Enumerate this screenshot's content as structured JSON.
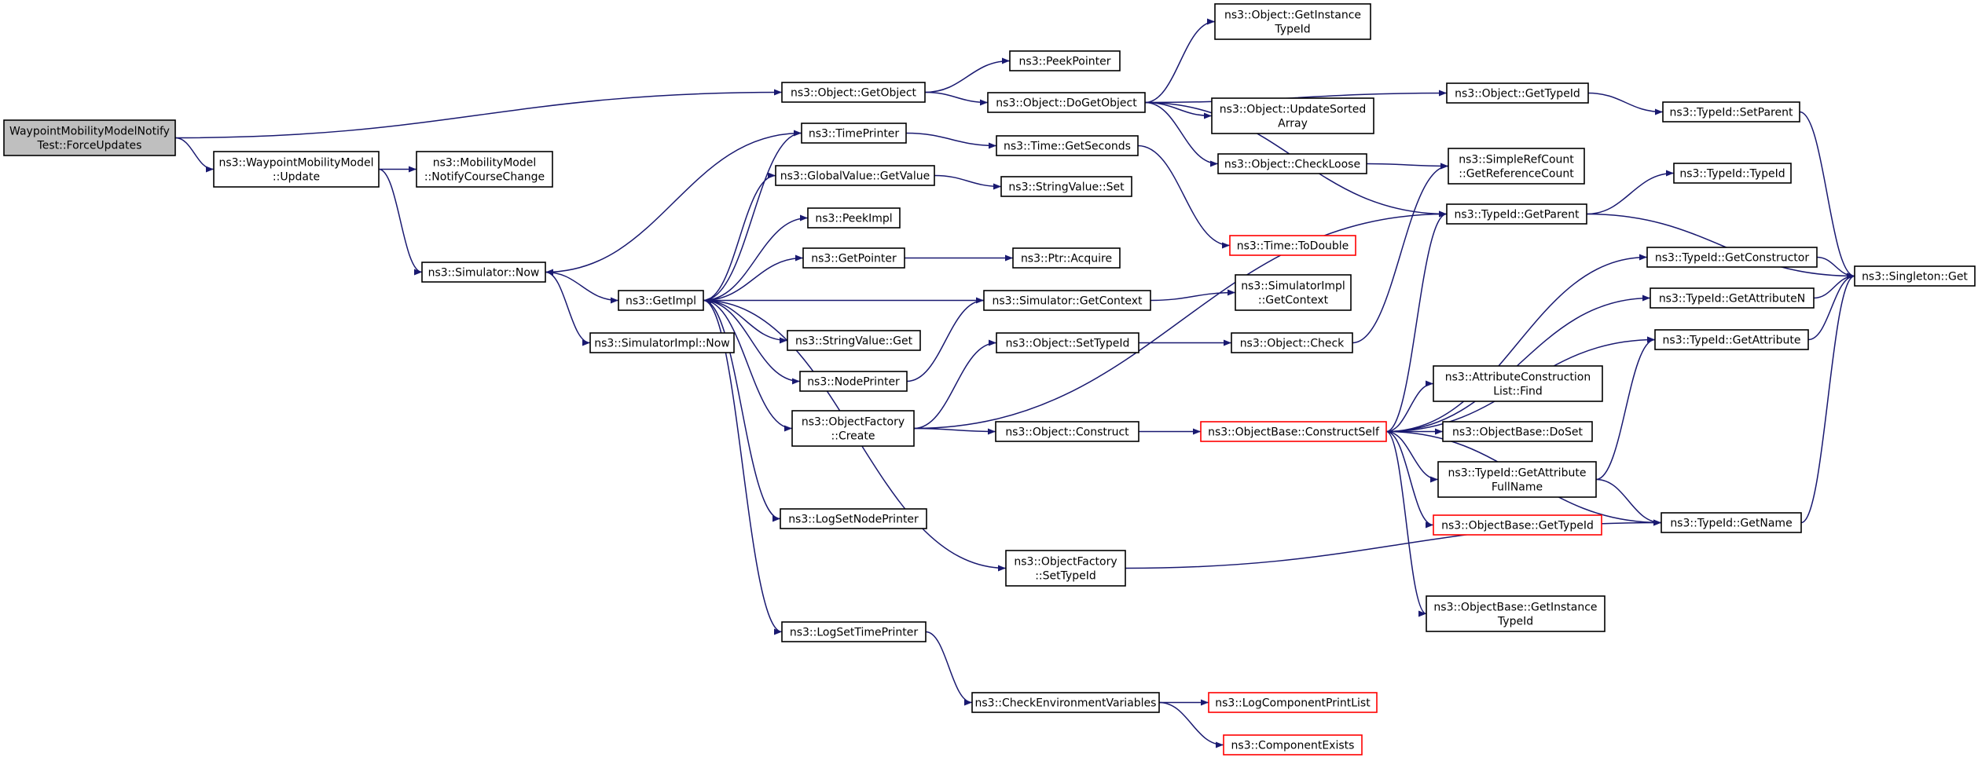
{
  "colors": {
    "edge": "#191970",
    "node_border": "#000000",
    "node_border_truncated": "#ff0000",
    "root_fill": "#bfbfbf",
    "node_fill": "#ffffff"
  },
  "nodes": [
    {
      "id": "root",
      "lines": [
        "WaypointMobilityModelNotify",
        "Test::ForceUpdates"
      ],
      "root": true
    },
    {
      "id": "wmm_update",
      "lines": [
        "ns3::WaypointMobilityModel",
        "::Update"
      ]
    },
    {
      "id": "mm_notify",
      "lines": [
        "ns3::MobilityModel",
        "::NotifyCourseChange"
      ]
    },
    {
      "id": "sim_now",
      "lines": [
        "ns3::Simulator::Now"
      ]
    },
    {
      "id": "getimpl",
      "lines": [
        "ns3::GetImpl"
      ]
    },
    {
      "id": "simimpl_now",
      "lines": [
        "ns3::SimulatorImpl::Now"
      ]
    },
    {
      "id": "obj_getobject",
      "lines": [
        "ns3::Object::GetObject"
      ]
    },
    {
      "id": "peekpointer",
      "lines": [
        "ns3::PeekPointer"
      ]
    },
    {
      "id": "obj_dogetobject",
      "lines": [
        "ns3::Object::DoGetObject"
      ]
    },
    {
      "id": "obj_getinstancetypeid",
      "lines": [
        "ns3::Object::GetInstance",
        "TypeId"
      ]
    },
    {
      "id": "obj_updatesortedarray",
      "lines": [
        "ns3::Object::UpdateSorted",
        "Array"
      ]
    },
    {
      "id": "obj_checkloose",
      "lines": [
        "ns3::Object::CheckLoose"
      ]
    },
    {
      "id": "obj_gettypeid",
      "lines": [
        "ns3::Object::GetTypeId"
      ]
    },
    {
      "id": "typeid_setparent",
      "lines": [
        "ns3::TypeId::SetParent"
      ]
    },
    {
      "id": "srefcount",
      "lines": [
        "ns3::SimpleRefCount",
        "::GetReferenceCount"
      ]
    },
    {
      "id": "typeid_typeid",
      "lines": [
        "ns3::TypeId::TypeId"
      ]
    },
    {
      "id": "typeid_getparent",
      "lines": [
        "ns3::TypeId::GetParent"
      ]
    },
    {
      "id": "singleton_get",
      "lines": [
        "ns3::Singleton::Get"
      ]
    },
    {
      "id": "typeid_getconstructor",
      "lines": [
        "ns3::TypeId::GetConstructor"
      ]
    },
    {
      "id": "typeid_getattributen",
      "lines": [
        "ns3::TypeId::GetAttributeN"
      ]
    },
    {
      "id": "typeid_getattribute",
      "lines": [
        "ns3::TypeId::GetAttribute"
      ]
    },
    {
      "id": "timeprinter",
      "lines": [
        "ns3::TimePrinter"
      ]
    },
    {
      "id": "time_getseconds",
      "lines": [
        "ns3::Time::GetSeconds"
      ]
    },
    {
      "id": "time_todouble",
      "lines": [
        "ns3::Time::ToDouble"
      ],
      "truncated": true
    },
    {
      "id": "gv_getvalue",
      "lines": [
        "ns3::GlobalValue::GetValue"
      ]
    },
    {
      "id": "sv_set",
      "lines": [
        "ns3::StringValue::Set"
      ]
    },
    {
      "id": "peekimpl",
      "lines": [
        "ns3::PeekImpl"
      ]
    },
    {
      "id": "getpointer",
      "lines": [
        "ns3::GetPointer"
      ]
    },
    {
      "id": "ptr_acquire",
      "lines": [
        "ns3::Ptr::Acquire"
      ]
    },
    {
      "id": "sim_getcontext",
      "lines": [
        "ns3::Simulator::GetContext"
      ]
    },
    {
      "id": "simimpl_getcontext",
      "lines": [
        "ns3::SimulatorImpl",
        "::GetContext"
      ]
    },
    {
      "id": "sv_get",
      "lines": [
        "ns3::StringValue::Get"
      ]
    },
    {
      "id": "obj_settypeid",
      "lines": [
        "ns3::Object::SetTypeId"
      ]
    },
    {
      "id": "obj_check",
      "lines": [
        "ns3::Object::Check"
      ]
    },
    {
      "id": "nodeprinter",
      "lines": [
        "ns3::NodePrinter"
      ]
    },
    {
      "id": "attrconstr_find",
      "lines": [
        "ns3::AttributeConstruction",
        "List::Find"
      ]
    },
    {
      "id": "of_create",
      "lines": [
        "ns3::ObjectFactory",
        "::Create"
      ]
    },
    {
      "id": "obj_construct",
      "lines": [
        "ns3::Object::Construct"
      ]
    },
    {
      "id": "ob_constructself",
      "lines": [
        "ns3::ObjectBase::ConstructSelf"
      ],
      "truncated": true
    },
    {
      "id": "ob_doset",
      "lines": [
        "ns3::ObjectBase::DoSet"
      ]
    },
    {
      "id": "typeid_getattrfullname",
      "lines": [
        "ns3::TypeId::GetAttribute",
        "FullName"
      ]
    },
    {
      "id": "logsetnodeprinter",
      "lines": [
        "ns3::LogSetNodePrinter"
      ]
    },
    {
      "id": "ob_gettypeid",
      "lines": [
        "ns3::ObjectBase::GetTypeId"
      ],
      "truncated": true
    },
    {
      "id": "typeid_getname",
      "lines": [
        "ns3::TypeId::GetName"
      ]
    },
    {
      "id": "of_settypeid",
      "lines": [
        "ns3::ObjectFactory",
        "::SetTypeId"
      ]
    },
    {
      "id": "ob_getinstancetypeid",
      "lines": [
        "ns3::ObjectBase::GetInstance",
        "TypeId"
      ]
    },
    {
      "id": "logsettimeprinter",
      "lines": [
        "ns3::LogSetTimePrinter"
      ]
    },
    {
      "id": "checkenv",
      "lines": [
        "ns3::CheckEnvironmentVariables"
      ]
    },
    {
      "id": "logcompprintlist",
      "lines": [
        "ns3::LogComponentPrintList"
      ],
      "truncated": true
    },
    {
      "id": "compexists",
      "lines": [
        "ns3::ComponentExists"
      ],
      "truncated": true
    }
  ],
  "edges": [
    [
      "root",
      "obj_getobject"
    ],
    [
      "root",
      "wmm_update"
    ],
    [
      "wmm_update",
      "mm_notify"
    ],
    [
      "wmm_update",
      "sim_now"
    ],
    [
      "sim_now",
      "getimpl"
    ],
    [
      "sim_now",
      "simimpl_now"
    ],
    [
      "obj_getobject",
      "peekpointer"
    ],
    [
      "obj_getobject",
      "obj_dogetobject"
    ],
    [
      "obj_dogetobject",
      "obj_getinstancetypeid"
    ],
    [
      "obj_dogetobject",
      "obj_gettypeid"
    ],
    [
      "obj_dogetobject",
      "obj_updatesortedarray"
    ],
    [
      "obj_dogetobject",
      "obj_checkloose"
    ],
    [
      "obj_dogetobject",
      "typeid_getparent"
    ],
    [
      "obj_gettypeid",
      "typeid_setparent"
    ],
    [
      "typeid_setparent",
      "singleton_get"
    ],
    [
      "obj_checkloose",
      "srefcount"
    ],
    [
      "typeid_getparent",
      "typeid_typeid"
    ],
    [
      "typeid_getparent",
      "singleton_get"
    ],
    [
      "typeid_getconstructor",
      "singleton_get"
    ],
    [
      "typeid_getattributen",
      "singleton_get"
    ],
    [
      "typeid_getattribute",
      "singleton_get"
    ],
    [
      "typeid_getname",
      "singleton_get"
    ],
    [
      "timeprinter",
      "time_getseconds"
    ],
    [
      "timeprinter",
      "sim_now"
    ],
    [
      "time_getseconds",
      "time_todouble"
    ],
    [
      "getimpl",
      "timeprinter"
    ],
    [
      "getimpl",
      "gv_getvalue"
    ],
    [
      "getimpl",
      "peekimpl"
    ],
    [
      "getimpl",
      "getpointer"
    ],
    [
      "getimpl",
      "sv_get"
    ],
    [
      "getimpl",
      "nodeprinter"
    ],
    [
      "getimpl",
      "of_create"
    ],
    [
      "getimpl",
      "logsetnodeprinter"
    ],
    [
      "getimpl",
      "of_settypeid"
    ],
    [
      "getimpl",
      "logsettimeprinter"
    ],
    [
      "gv_getvalue",
      "sv_set"
    ],
    [
      "getpointer",
      "ptr_acquire"
    ],
    [
      "sim_getcontext",
      "getimpl"
    ],
    [
      "sim_getcontext",
      "simimpl_getcontext"
    ],
    [
      "nodeprinter",
      "sim_getcontext"
    ],
    [
      "obj_settypeid",
      "obj_check"
    ],
    [
      "obj_check",
      "srefcount"
    ],
    [
      "of_create",
      "obj_settypeid"
    ],
    [
      "of_create",
      "obj_construct"
    ],
    [
      "of_create",
      "typeid_getparent"
    ],
    [
      "obj_construct",
      "ob_constructself"
    ],
    [
      "ob_constructself",
      "typeid_getparent"
    ],
    [
      "ob_constructself",
      "typeid_getconstructor"
    ],
    [
      "ob_constructself",
      "typeid_getattributen"
    ],
    [
      "ob_constructself",
      "typeid_getattribute"
    ],
    [
      "ob_constructself",
      "attrconstr_find"
    ],
    [
      "ob_constructself",
      "ob_doset"
    ],
    [
      "ob_constructself",
      "typeid_getattrfullname"
    ],
    [
      "ob_constructself",
      "ob_gettypeid"
    ],
    [
      "ob_constructself",
      "typeid_getname"
    ],
    [
      "ob_constructself",
      "ob_getinstancetypeid"
    ],
    [
      "typeid_getattrfullname",
      "typeid_getattribute"
    ],
    [
      "typeid_getattrfullname",
      "typeid_getname"
    ],
    [
      "of_settypeid",
      "typeid_getname"
    ],
    [
      "logsettimeprinter",
      "checkenv"
    ],
    [
      "checkenv",
      "logcompprintlist"
    ],
    [
      "checkenv",
      "compexists"
    ]
  ]
}
